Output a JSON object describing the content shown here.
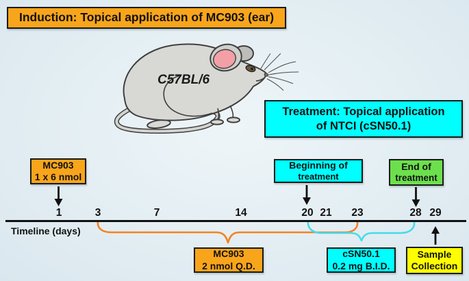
{
  "induction_banner": "Induction: Topical application of MC903 (ear)",
  "mouse": {
    "strain": "C57BL/6"
  },
  "treatment_banner": {
    "line1": "Treatment: Topical application",
    "line2": "of NTCI (cSN50.1)"
  },
  "annotations": {
    "mc903_induction": {
      "line1": "MC903",
      "line2": "1 x 6 nmol"
    },
    "beginning_of_treatment": {
      "line1": "Beginning of",
      "line2": "treatment"
    },
    "end_of_treatment": {
      "line1": "End of",
      "line2": "treatment"
    },
    "mc903_daily": {
      "line1": "MC903",
      "line2": "2 nmol Q.D."
    },
    "csn50": {
      "line1": "cSN50.1",
      "line2": "0.2 mg B.I.D."
    },
    "sample_collection": {
      "line1": "Sample",
      "line2": "Collection"
    }
  },
  "timeline": {
    "label": "Timeline (days)",
    "days": [
      "1",
      "3",
      "7",
      "14",
      "20",
      "21",
      "23",
      "28",
      "29"
    ],
    "induction_span_days": "3-23",
    "treatment_span_days": "20-28"
  },
  "colors": {
    "orange": "#F9A51B",
    "cyan": "#00FFFF",
    "green": "#6CE04C",
    "yellow": "#FFFF00",
    "brace_orange": "#F5821F",
    "brace_cyan": "#45DCE9",
    "mouse_body": "#D8D8D4",
    "mouse_ear_pink": "#F2A0A5"
  }
}
